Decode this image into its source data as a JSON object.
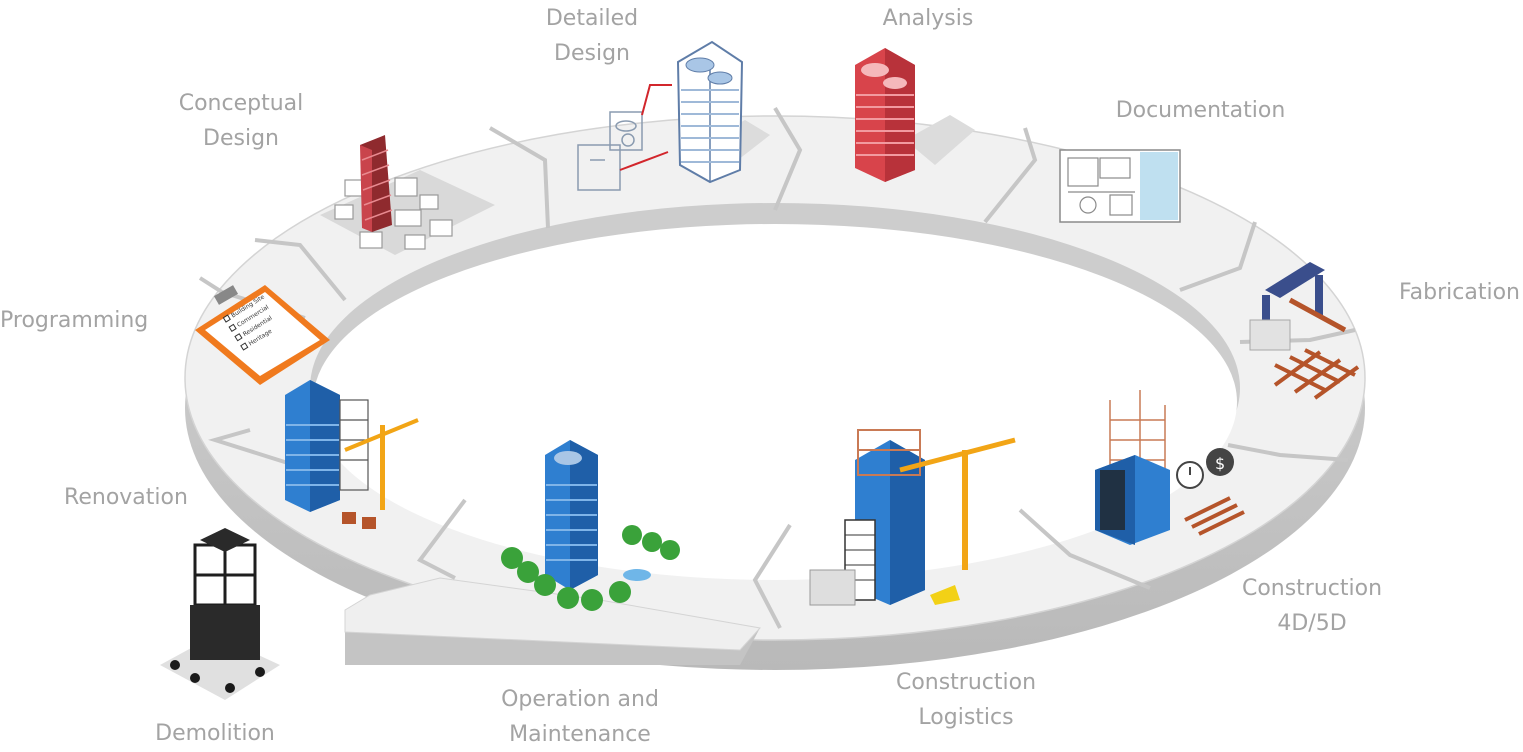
{
  "diagram": {
    "stages": [
      {
        "id": "conceptual-design",
        "lines": [
          "Conceptual",
          "Design"
        ]
      },
      {
        "id": "detailed-design",
        "lines": [
          "Detailed",
          "Design"
        ]
      },
      {
        "id": "analysis",
        "lines": [
          "Analysis"
        ]
      },
      {
        "id": "documentation",
        "lines": [
          "Documentation"
        ]
      },
      {
        "id": "fabrication",
        "lines": [
          "Fabrication"
        ]
      },
      {
        "id": "construction-4d5d",
        "lines": [
          "Construction",
          "4D/5D"
        ]
      },
      {
        "id": "construction-logistics",
        "lines": [
          "Construction",
          "Logistics"
        ]
      },
      {
        "id": "operation-maintenance",
        "lines": [
          "Operation and",
          "Maintenance"
        ]
      },
      {
        "id": "demolition",
        "lines": [
          "Demolition"
        ]
      },
      {
        "id": "renovation",
        "lines": [
          "Renovation"
        ]
      },
      {
        "id": "programming",
        "lines": [
          "Programming"
        ]
      }
    ],
    "clipboard_items": [
      "Building Site",
      "Commercial",
      "Residential",
      "Heritage"
    ],
    "colors": {
      "label": "#a3a3a3",
      "ring_top": "#f0f0f0",
      "ring_side": "#cfcfcf",
      "ring_edge": "#bdbdbd",
      "building_blue": "#2f7fd0",
      "building_red": "#d9474d",
      "building_outline": "#7d9cc4",
      "crane": "#f2a516",
      "clipboard": "#f07a1e",
      "tree": "#3aa23a",
      "brick": "#b5542a",
      "demolition": "#2a2a2a"
    }
  }
}
